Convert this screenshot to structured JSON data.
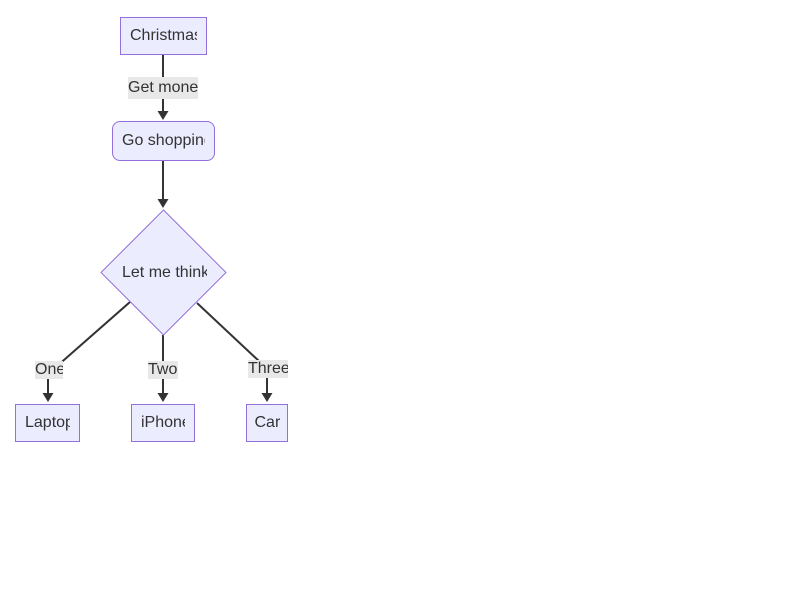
{
  "diagram": {
    "type": "flowchart",
    "direction": "top-down",
    "nodes": [
      {
        "id": "A",
        "label": "Christmas",
        "shape": "rectangle"
      },
      {
        "id": "B",
        "label": "Go shopping",
        "shape": "rounded-rectangle"
      },
      {
        "id": "C",
        "label": "Let me think",
        "shape": "diamond"
      },
      {
        "id": "D",
        "label": "Laptop",
        "shape": "rectangle"
      },
      {
        "id": "E",
        "label": "iPhone",
        "shape": "rectangle"
      },
      {
        "id": "F",
        "label": "Car",
        "shape": "rectangle"
      }
    ],
    "edges": [
      {
        "from": "Christmas",
        "to": "Go shopping",
        "label": "Get money"
      },
      {
        "from": "Go shopping",
        "to": "Let me think",
        "label": ""
      },
      {
        "from": "Let me think",
        "to": "Laptop",
        "label": "One"
      },
      {
        "from": "Let me think",
        "to": "iPhone",
        "label": "Two"
      },
      {
        "from": "Let me think",
        "to": "Car",
        "label": "Three"
      }
    ],
    "colors": {
      "node_fill": "#ECECFF",
      "node_border": "#9370DB",
      "edge": "#333333",
      "label_bg": "#e8e8e8",
      "text": "#333333",
      "background": "#ffffff"
    }
  }
}
